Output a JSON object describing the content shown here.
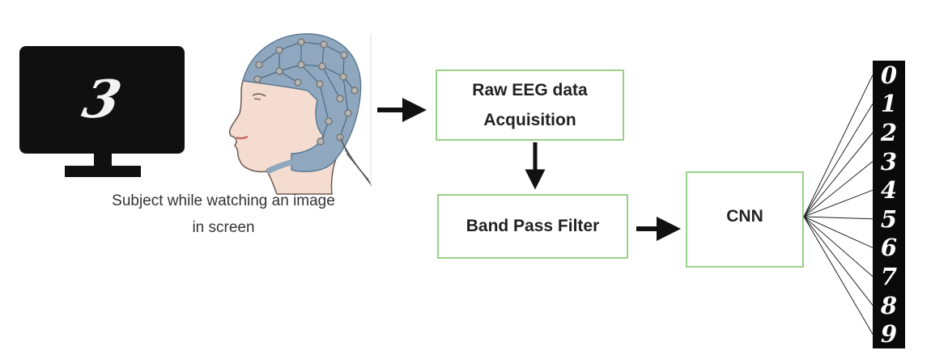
{
  "monitor": {
    "digit": "3"
  },
  "caption": {
    "line1": "Subject while watching an image",
    "line2": "in screen"
  },
  "boxes": {
    "raw_line1": "Raw EEG data",
    "raw_line2": "Acquisition",
    "band_pass": "Band Pass Filter",
    "cnn": "CNN"
  },
  "outputs": [
    "0",
    "1",
    "2",
    "3",
    "4",
    "5",
    "6",
    "7",
    "8",
    "9"
  ],
  "colors": {
    "box_border": "#9ad18a",
    "cap_blue": "#8fa8c0"
  }
}
